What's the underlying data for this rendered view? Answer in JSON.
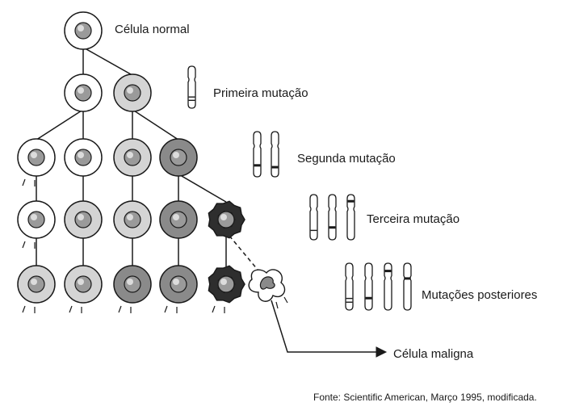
{
  "labels": {
    "normal_cell": "Célula normal",
    "first_mutation": "Primeira mutação",
    "second_mutation": "Segunda mutação",
    "third_mutation": "Terceira mutação",
    "later_mutations": "Mutações posteriores",
    "malignant_cell": "Célula maligna"
  },
  "source": "Fonte: Scientific American, Março 1995, modificada.",
  "colors": {
    "stroke": "#1a1a1a",
    "normal_fill": "#ffffff",
    "stage1_fill": "#d4d4d4",
    "stage2_fill": "#8a8a8a",
    "stage3_fill": "#2e2e2e",
    "nucleus": "#9a9a9a"
  },
  "cell_stages": [
    "normal",
    "first-mutation",
    "second-mutation",
    "third-mutation"
  ],
  "generations": [
    [
      "normal"
    ],
    [
      "normal",
      "first-mutation"
    ],
    [
      "normal",
      "normal",
      "first-mutation",
      "second-mutation"
    ],
    [
      "normal",
      "first-mutation",
      "first-mutation",
      "second-mutation",
      "third-mutation"
    ],
    [
      "first-mutation",
      "first-mutation",
      "second-mutation",
      "second-mutation",
      "third-mutation",
      "malignant"
    ]
  ],
  "mutation_icons": {
    "first": {
      "chromosomes": 1
    },
    "second": {
      "chromosomes": 2
    },
    "third": {
      "chromosomes": 3
    },
    "later": {
      "chromosomes": 4
    }
  }
}
